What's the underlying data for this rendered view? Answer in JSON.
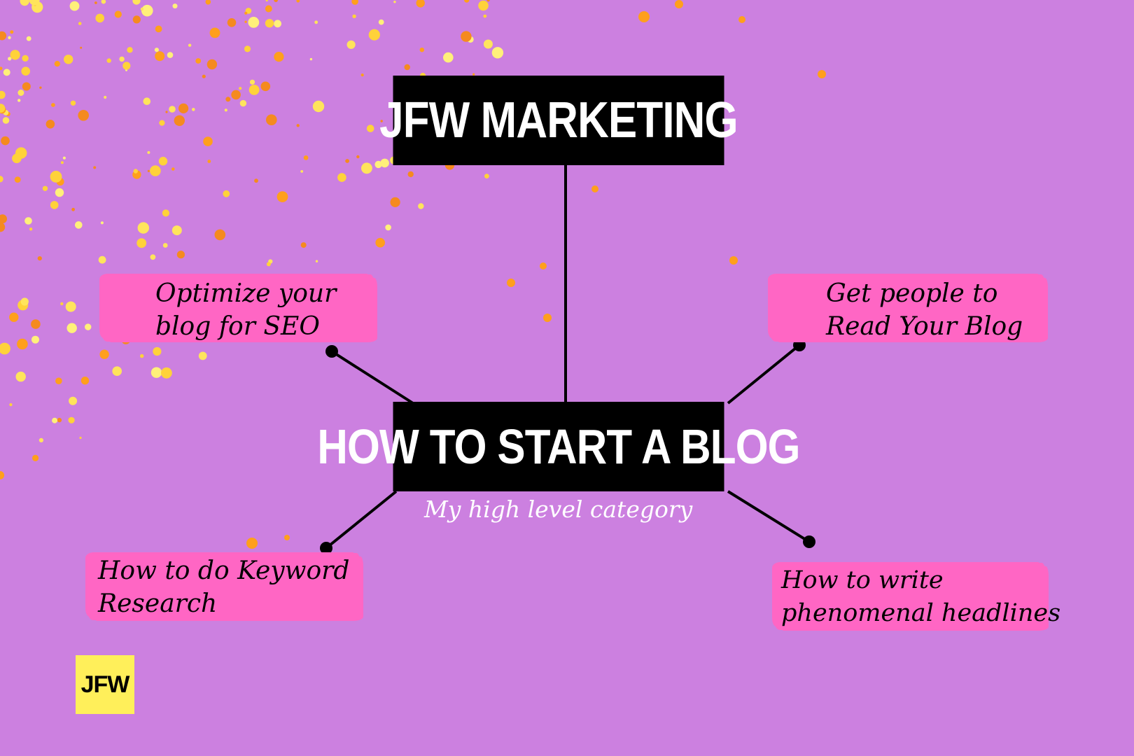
{
  "diagram": {
    "title": "JFW MARKETING",
    "main_topic": "HOW TO START A BLOG",
    "main_subtitle": "My high level category",
    "subtopics": {
      "seo": [
        "Optimize your",
        "blog for SEO"
      ],
      "read": [
        "Get people to",
        "Read Your Blog"
      ],
      "keyword": [
        "How to do Keyword",
        "Research"
      ],
      "headlines": [
        "How to write",
        "phenomenal headlines"
      ]
    }
  },
  "logo": {
    "text": "JFW"
  },
  "colors": {
    "background": "#cc80e0",
    "box": "#000000",
    "box_text": "#ffffff",
    "brush": "#ff66c4",
    "logo_bg": "#ffef5a",
    "confetti": [
      "#ffd23a",
      "#ff9f1c",
      "#fff07a",
      "#f58a1f",
      "#ffe45c"
    ]
  }
}
